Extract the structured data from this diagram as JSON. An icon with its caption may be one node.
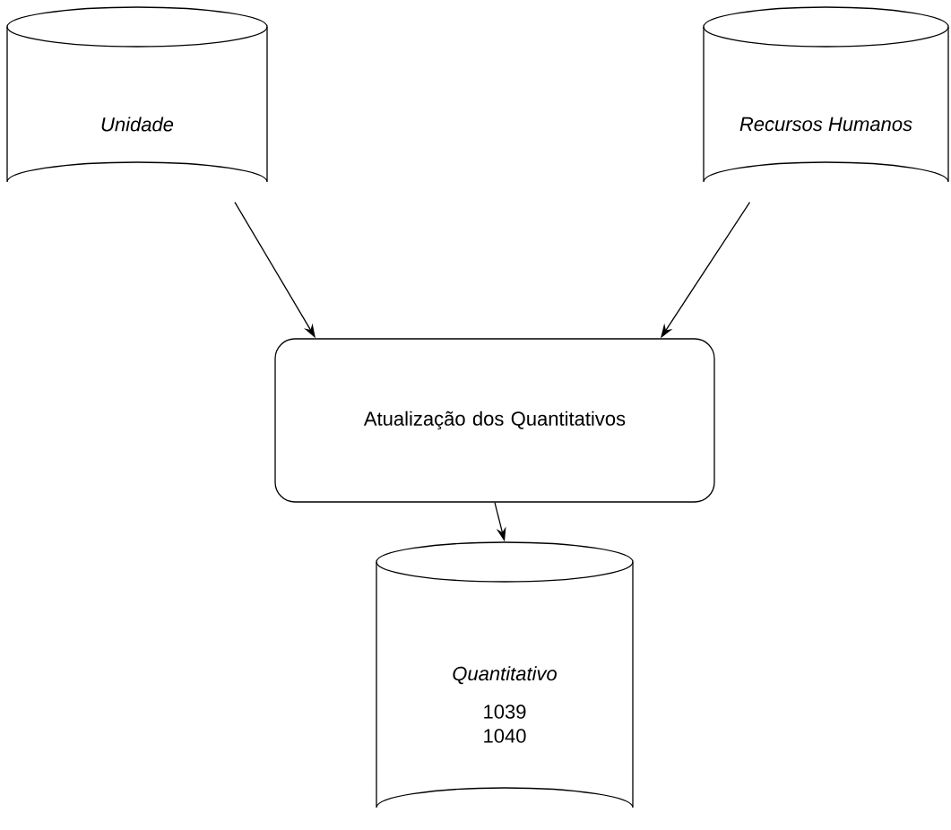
{
  "diagram": {
    "nodes": [
      {
        "text": [
          "Unidade"
        ]
      },
      {
        "text": [
          "Recursos Humanos"
        ]
      },
      {
        "text": [
          "Atualização dos Quantitativos"
        ]
      },
      {
        "text": [
          "Quantitativo",
          "1039 1040"
        ]
      }
    ],
    "edges": [
      {
        "from": 0,
        "to": 2,
        "arrow": "to"
      },
      {
        "from": 1,
        "to": 2,
        "arrow": "to"
      },
      {
        "from": 2,
        "to": 3,
        "arrow": "to"
      }
    ]
  }
}
